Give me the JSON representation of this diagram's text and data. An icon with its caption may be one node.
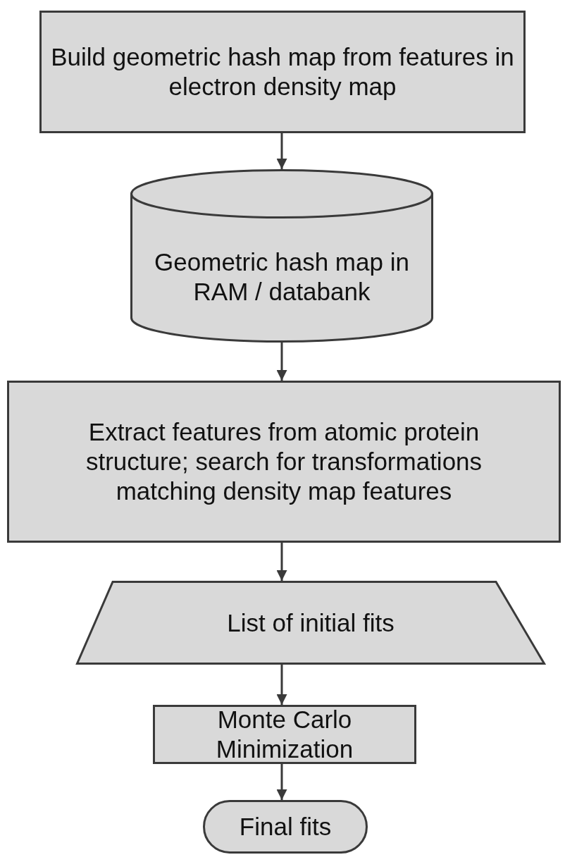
{
  "diagram": {
    "nodes": [
      {
        "text": [
          "Build geometric hash map from features in electron density map"
        ]
      },
      {
        "text": [
          "Geometric hash map in RAM / databank"
        ]
      },
      {
        "text": [
          "Extract features from atomic protein structure; search for transformations matching density map features"
        ]
      },
      {
        "text": [
          "List of initial fits"
        ]
      },
      {
        "text": [
          "Monte Carlo Minimization"
        ]
      },
      {
        "text": [
          "Final fits"
        ]
      }
    ],
    "edges": [
      {
        "from": 0,
        "to": 1,
        "arrow": "to"
      },
      {
        "from": 1,
        "to": 2,
        "arrow": "to"
      },
      {
        "from": 2,
        "to": 3,
        "arrow": "to"
      },
      {
        "from": 3,
        "to": 4,
        "arrow": "to"
      },
      {
        "from": 4,
        "to": 5,
        "arrow": "to"
      }
    ]
  }
}
